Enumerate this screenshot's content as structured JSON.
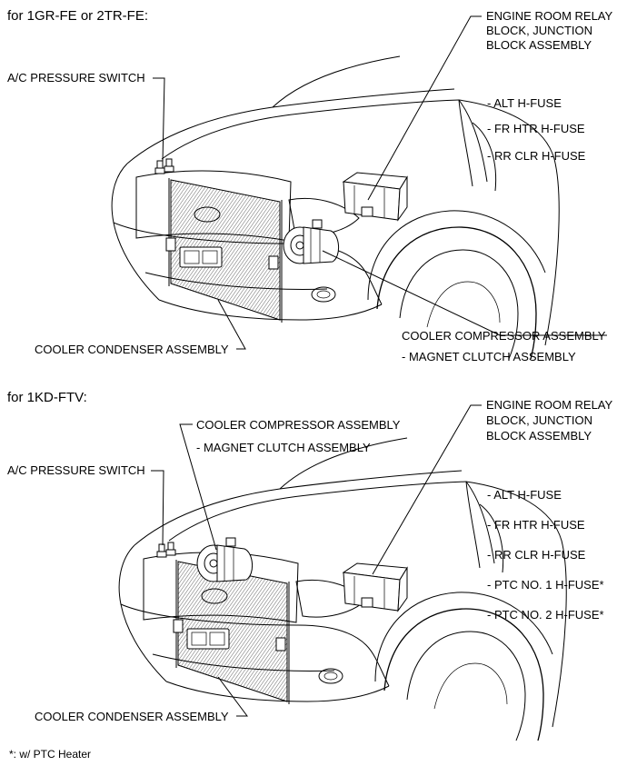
{
  "diagram_top": {
    "header": "for 1GR-FE or 2TR-FE:",
    "pressure_switch": "A/C PRESSURE SWITCH",
    "relay_block": [
      "ENGINE ROOM RELAY",
      "BLOCK, JUNCTION",
      "BLOCK ASSEMBLY"
    ],
    "fuses": [
      "- ALT H-FUSE",
      "- FR HTR H-FUSE",
      "- RR CLR H-FUSE"
    ],
    "compressor": "COOLER COMPRESSOR ASSEMBLY",
    "clutch": "- MAGNET CLUTCH ASSEMBLY",
    "condenser": "COOLER CONDENSER ASSEMBLY"
  },
  "diagram_bottom": {
    "header": "for 1KD-FTV:",
    "compressor": "COOLER COMPRESSOR ASSEMBLY",
    "clutch": "- MAGNET CLUTCH ASSEMBLY",
    "pressure_switch": "A/C PRESSURE SWITCH",
    "relay_block": [
      "ENGINE ROOM RELAY",
      "BLOCK, JUNCTION",
      "BLOCK ASSEMBLY"
    ],
    "fuses": [
      "- ALT H-FUSE",
      "- FR HTR H-FUSE",
      "- RR CLR H-FUSE",
      "- PTC NO. 1 H-FUSE*",
      "- PTC NO. 2 H-FUSE*"
    ],
    "condenser": "COOLER CONDENSER ASSEMBLY"
  },
  "footnote": "*: w/ PTC Heater"
}
